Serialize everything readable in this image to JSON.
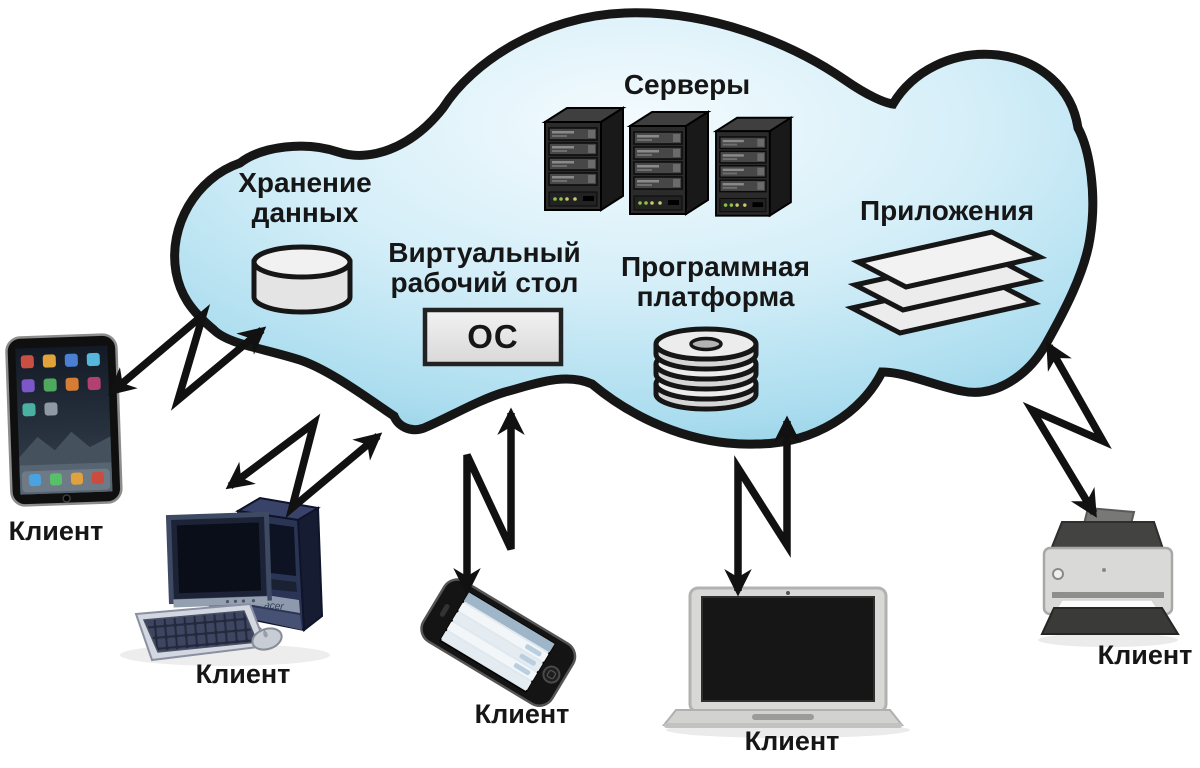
{
  "diagram": {
    "subject": "cloud-computing-architecture",
    "language": "ru"
  },
  "cloud": {
    "servers": {
      "label": "Серверы",
      "icon": "server-towers-icon",
      "tower_count": 3
    },
    "storage": {
      "label": "Хранение\nданных",
      "icon": "database-cylinder-icon"
    },
    "virtual_desktop": {
      "label": "Виртуальный\nрабочий стол",
      "os_box": "ОС"
    },
    "platform": {
      "label": "Программная\nплатформа",
      "icon": "disk-stack-icon"
    },
    "applications": {
      "label": "Приложения",
      "icon": "layers-icon"
    }
  },
  "clients": [
    {
      "device": "tablet",
      "label": "Клиент"
    },
    {
      "device": "desktop-computer",
      "label": "Клиент",
      "brand": "acer"
    },
    {
      "device": "smartphone",
      "label": "Клиент"
    },
    {
      "device": "laptop",
      "label": "Клиент"
    },
    {
      "device": "printer",
      "label": "Клиент"
    }
  ],
  "colors": {
    "cloud_center": "#f2fbfe",
    "cloud_edge": "#8ccadf",
    "outline": "#161616",
    "arrow": "#111111",
    "background": "#ffffff"
  }
}
